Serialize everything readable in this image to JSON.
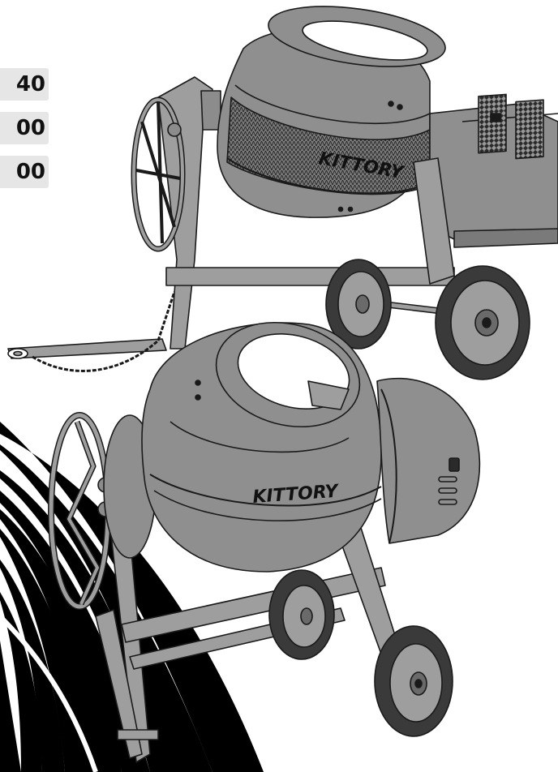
{
  "document": {
    "type": "product manual cover",
    "model_tags": [
      "40",
      "00",
      "00"
    ]
  },
  "brand": {
    "mixer_top_logo": "KITTORY",
    "mixer_bottom_logo": "KITTORY"
  },
  "colors": {
    "drum_gray": "#8f8f8f",
    "drum_dark": "#747474",
    "frame_gray": "#9e9e9e",
    "outline": "#1a1a1a",
    "tire": "#3a3a3a",
    "stripe_black": "#000000",
    "tag_bg": "#e6e6e6"
  }
}
